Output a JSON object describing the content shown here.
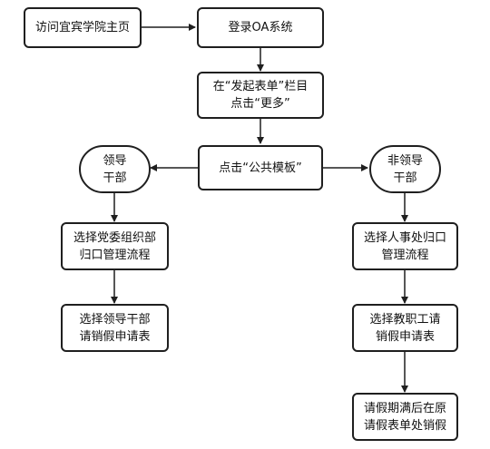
{
  "nodes": {
    "visit_home": "访问宜宾学院主页",
    "login_oa": "登录OA系统",
    "click_more": "在“发起表单”栏目\n点击“更多”",
    "public_template": "点击“公共模板”",
    "leader_cadre": "领导\n干部",
    "non_leader_cadre": "非领导\n干部",
    "party_committee_flow": "选择党委组织部\n归口管理流程",
    "leader_leave_form": "选择领导干部\n请销假申请表",
    "hr_flow": "选择人事处归口\n管理流程",
    "staff_leave_form": "选择教职工请\n销假申请表",
    "leave_cancellation": "请假期满后在原\n请假表单处销假"
  }
}
